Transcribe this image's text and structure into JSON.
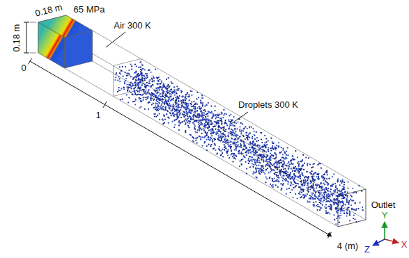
{
  "diagram": {
    "labels": [
      "0.18 m",
      "0.18 m",
      "65 MPa",
      "Air 300 K",
      "Droplets 300 K",
      "0",
      "1",
      "4 (m)",
      "Outlet",
      "Y",
      "Z",
      "X"
    ]
  }
}
